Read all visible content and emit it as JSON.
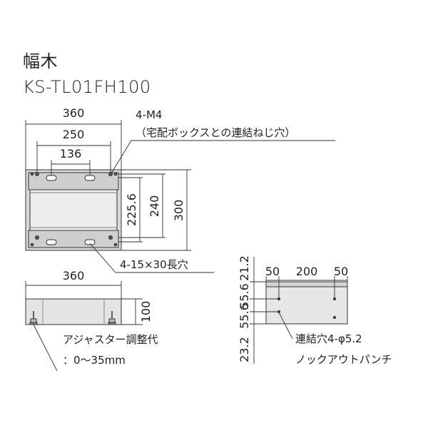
{
  "title": {
    "line1": "幅木",
    "line2": "KS-TL01FH100"
  },
  "front_view": {
    "width_outer": "360",
    "width_mid": "250",
    "width_inner": "136",
    "height_inner": "225.6",
    "height_mid": "240",
    "height_outer": "300",
    "bolt_label": "4-M4",
    "bolt_note": "（宅配ボックスとの連結ねじ穴）",
    "slot_label": "4-15×30長穴"
  },
  "side_view": {
    "width": "360",
    "height": "100",
    "adjuster_label": "アジャスター調整代",
    "adjuster_range": "：0〜35mm"
  },
  "small_view": {
    "dim_50_left": "50",
    "dim_200": "200",
    "dim_50_right": "50",
    "dim_21_2": "21.2",
    "dim_55_6_a": "55.6",
    "dim_55_6_b": "55.6",
    "dim_23_2": "23.2",
    "knockout_label": "連結穴4-φ5.2",
    "knockout_note": "ノックアウトパンチ"
  }
}
